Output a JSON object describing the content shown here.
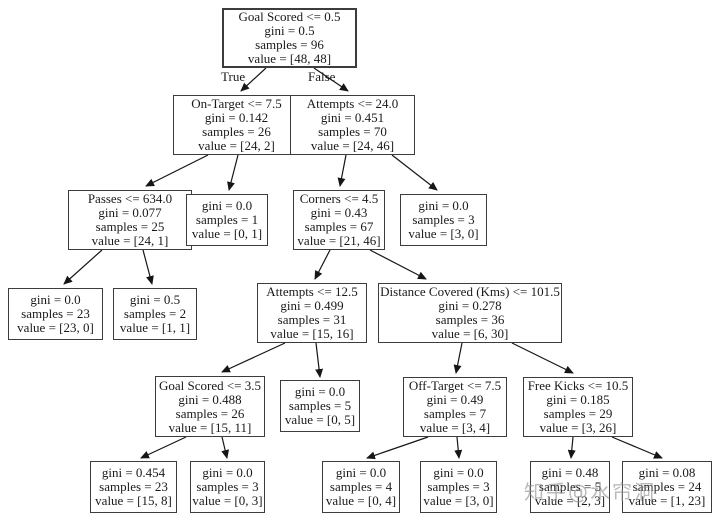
{
  "diagram": {
    "type": "decision-tree",
    "edge_labels": {
      "true_label": "True",
      "false_label": "False"
    },
    "watermark": "知乎@水帘洞",
    "nodes": {
      "root": {
        "condition": "Goal Scored <= 0.5",
        "gini": "gini = 0.5",
        "samples": "samples = 96",
        "value": "value = [48, 48]",
        "children": [
          "on_target",
          "attempts_24"
        ]
      },
      "on_target": {
        "condition": "On-Target <= 7.5",
        "gini": "gini = 0.142",
        "samples": "samples = 26",
        "value": "value = [24, 2]",
        "children": [
          "passes",
          "leaf_d"
        ]
      },
      "attempts_24": {
        "condition": "Attempts <= 24.0",
        "gini": "gini = 0.451",
        "samples": "samples = 70",
        "value": "value = [24, 46]",
        "children": [
          "corners",
          "leaf_f"
        ]
      },
      "passes": {
        "condition": "Passes <= 634.0",
        "gini": "gini = 0.077",
        "samples": "samples = 25",
        "value": "value = [24, 1]",
        "children": [
          "leaf_g",
          "leaf_h"
        ]
      },
      "leaf_d": {
        "gini": "gini = 0.0",
        "samples": "samples = 1",
        "value": "value = [0, 1]"
      },
      "corners": {
        "condition": "Corners <= 4.5",
        "gini": "gini = 0.43",
        "samples": "samples = 67",
        "value": "value = [21, 46]",
        "children": [
          "attempts_12",
          "distance"
        ]
      },
      "leaf_f": {
        "gini": "gini = 0.0",
        "samples": "samples = 3",
        "value": "value = [3, 0]"
      },
      "leaf_g": {
        "gini": "gini = 0.0",
        "samples": "samples = 23",
        "value": "value = [23, 0]"
      },
      "leaf_h": {
        "gini": "gini = 0.5",
        "samples": "samples = 2",
        "value": "value = [1, 1]"
      },
      "attempts_12": {
        "condition": "Attempts <= 12.5",
        "gini": "gini = 0.499",
        "samples": "samples = 31",
        "value": "value = [15, 16]",
        "children": [
          "goal_35",
          "leaf_l"
        ]
      },
      "distance": {
        "condition": "Distance Covered (Kms) <= 101.5",
        "gini": "gini = 0.278",
        "samples": "samples = 36",
        "value": "value = [6, 30]",
        "children": [
          "off_target",
          "free_kicks"
        ]
      },
      "goal_35": {
        "condition": "Goal Scored <= 3.5",
        "gini": "gini = 0.488",
        "samples": "samples = 26",
        "value": "value = [15, 11]",
        "children": [
          "leaf_o",
          "leaf_p"
        ]
      },
      "leaf_l": {
        "gini": "gini = 0.0",
        "samples": "samples = 5",
        "value": "value = [0, 5]"
      },
      "off_target": {
        "condition": "Off-Target <= 7.5",
        "gini": "gini = 0.49",
        "samples": "samples = 7",
        "value": "value = [3, 4]",
        "children": [
          "leaf_q",
          "leaf_r"
        ]
      },
      "free_kicks": {
        "condition": "Free Kicks <= 10.5",
        "gini": "gini = 0.185",
        "samples": "samples = 29",
        "value": "value = [3, 26]",
        "children": [
          "leaf_s",
          "leaf_t"
        ]
      },
      "leaf_o": {
        "gini": "gini = 0.454",
        "samples": "samples = 23",
        "value": "value = [15, 8]"
      },
      "leaf_p": {
        "gini": "gini = 0.0",
        "samples": "samples = 3",
        "value": "value = [0, 3]"
      },
      "leaf_q": {
        "gini": "gini = 0.0",
        "samples": "samples = 4",
        "value": "value = [0, 4]"
      },
      "leaf_r": {
        "gini": "gini = 0.0",
        "samples": "samples = 3",
        "value": "value = [3, 0]"
      },
      "leaf_s": {
        "gini": "gini = 0.48",
        "samples": "samples = 5",
        "value": "value = [2, 3]"
      },
      "leaf_t": {
        "gini": "gini = 0.08",
        "samples": "samples = 24",
        "value": "value = [1, 23]"
      }
    }
  }
}
